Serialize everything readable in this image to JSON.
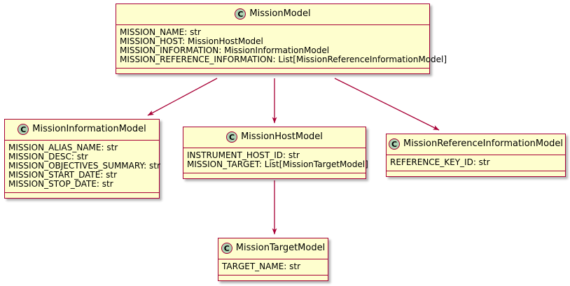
{
  "diagram": {
    "type": "uml-class-diagram",
    "colors": {
      "box_fill": "#FEFECE",
      "box_border": "#A80036",
      "badge_fill": "#ADD1B2",
      "arrow": "#A80036",
      "text": "#000000",
      "background": "#FFFFFF"
    },
    "classes": [
      {
        "id": "mission-model",
        "badge": "C",
        "name": "MissionModel",
        "attributes": [
          "MISSION_NAME: str",
          "MISSION_HOST: MissionHostModel",
          "MISSION_INFORMATION: MissionInformationModel",
          "MISSION_REFERENCE_INFORMATION: List[MissionReferenceInformationModel]"
        ],
        "methods": []
      },
      {
        "id": "mission-information-model",
        "badge": "C",
        "name": "MissionInformationModel",
        "attributes": [
          "MISSION_ALIAS_NAME: str",
          "MISSION_DESC: str",
          "MISSION_OBJECTIVES_SUMMARY: str",
          "MISSION_START_DATE: str",
          "MISSION_STOP_DATE: str"
        ],
        "methods": []
      },
      {
        "id": "mission-host-model",
        "badge": "C",
        "name": "MissionHostModel",
        "attributes": [
          "INSTRUMENT_HOST_ID: str",
          "MISSION_TARGET: List[MissionTargetModel]"
        ],
        "methods": []
      },
      {
        "id": "mission-reference-information-model",
        "badge": "C",
        "name": "MissionReferenceInformationModel",
        "attributes": [
          "REFERENCE_KEY_ID: str"
        ],
        "methods": []
      },
      {
        "id": "mission-target-model",
        "badge": "C",
        "name": "MissionTargetModel",
        "attributes": [
          "TARGET_NAME: str"
        ],
        "methods": []
      }
    ],
    "relations": [
      {
        "from": "MissionModel",
        "to": "MissionInformationModel",
        "kind": "association-arrow"
      },
      {
        "from": "MissionModel",
        "to": "MissionHostModel",
        "kind": "association-arrow"
      },
      {
        "from": "MissionModel",
        "to": "MissionReferenceInformationModel",
        "kind": "association-arrow"
      },
      {
        "from": "MissionHostModel",
        "to": "MissionTargetModel",
        "kind": "association-arrow"
      }
    ]
  }
}
